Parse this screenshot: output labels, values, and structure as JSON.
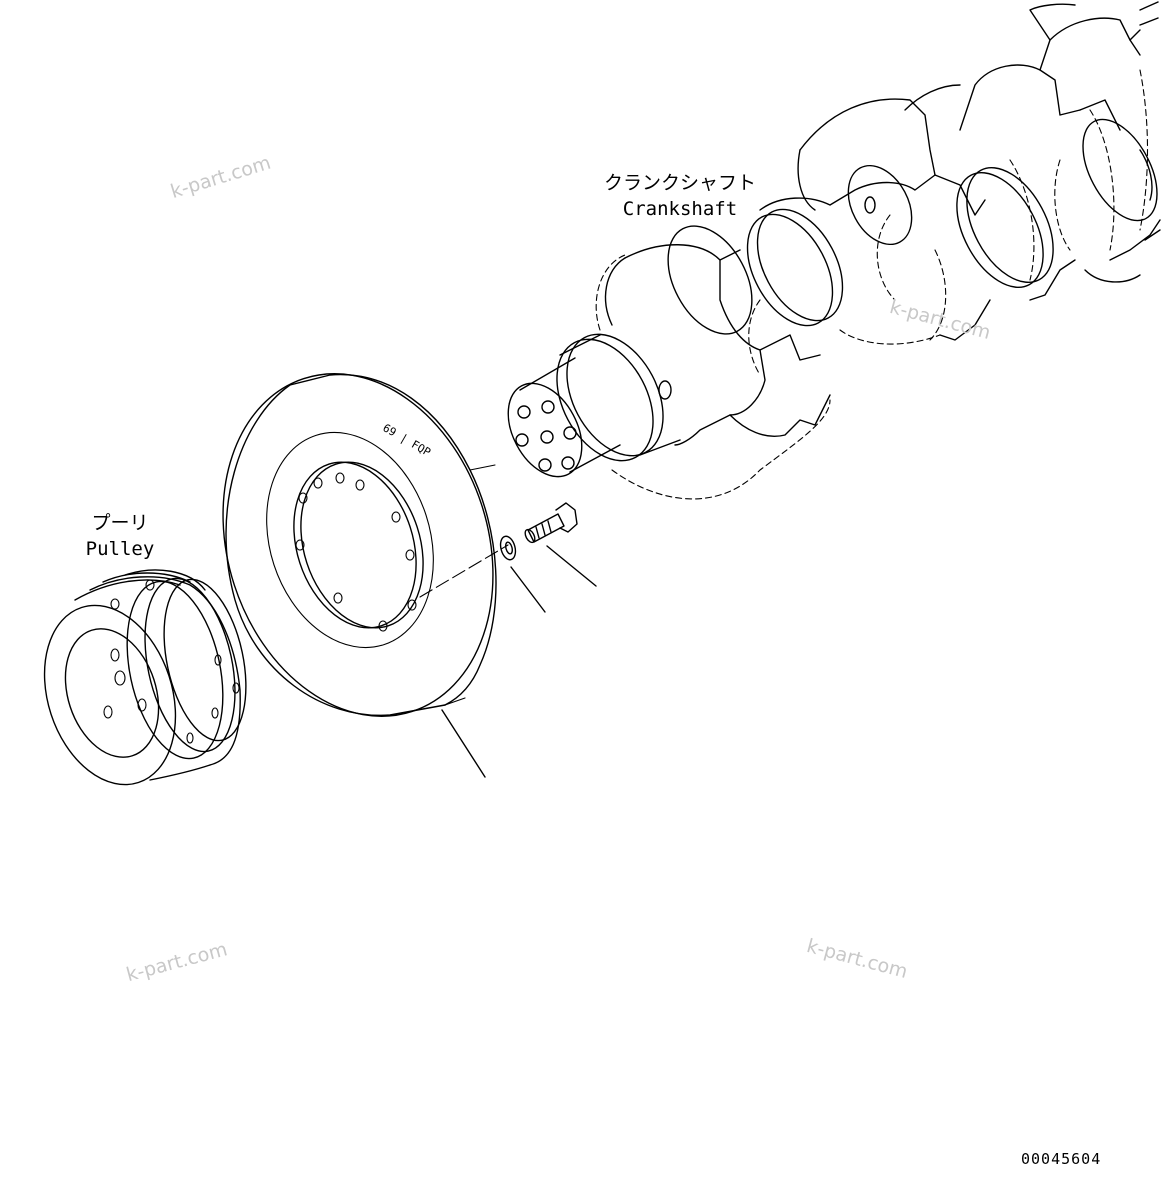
{
  "labels": {
    "crankshaft_jp": "クランクシャフト",
    "crankshaft_en": "Crankshaft",
    "pulley_jp": "プーリ",
    "pulley_en": "Pulley"
  },
  "damper_marking": "69 | FQP",
  "watermarks": [
    "k-part.com",
    "k-part.com",
    "k-part.com",
    "k-part.com"
  ],
  "document_number": "00045604",
  "colors": {
    "line": "#000000",
    "background": "#ffffff",
    "watermark": "#c8c8c8"
  }
}
